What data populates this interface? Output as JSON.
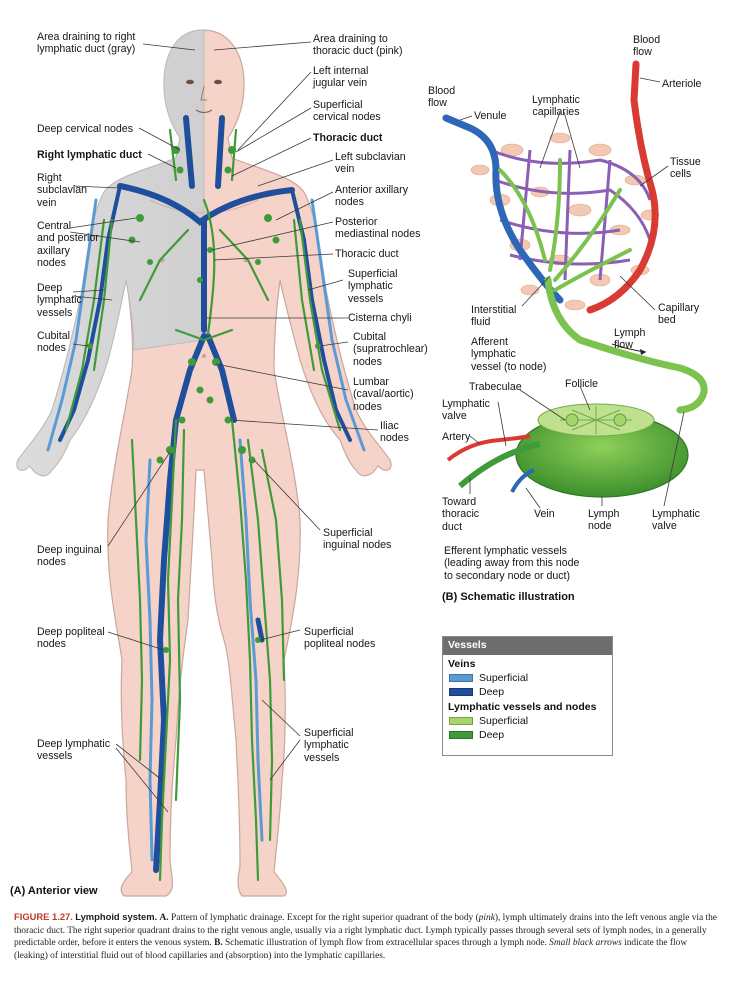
{
  "figure": {
    "panel_a_title": "(A) Anterior view",
    "panel_b_title": "(B) Schematic illustration"
  },
  "labels_a": {
    "area_right": "Area draining to right\nlymphatic duct (gray)",
    "area_thoracic": "Area draining to\nthoracic duct (pink)",
    "left_internal_jugular": "Left internal\njugular vein",
    "superficial_cervical": "Superficial\ncervical nodes",
    "deep_cervical": "Deep cervical nodes",
    "thoracic_duct_top": "Thoracic duct",
    "right_lymphatic_duct": "Right lymphatic duct",
    "left_subclavian": "Left subclavian\nvein",
    "right_subclavian": "Right\nsubclavian\nvein",
    "anterior_axillary": "Anterior axillary\nnodes",
    "central_posterior_axillary": "Central\nand posterior\naxillary\nnodes",
    "posterior_mediastinal": "Posterior\nmediastinal nodes",
    "thoracic_duct_mid": "Thoracic duct",
    "deep_lymphatic_vessels_arm": "Deep\nlymphatic\nvessels",
    "superficial_lymphatic_vessels_arm": "Superficial\nlymphatic\nvessels",
    "cisterna_chyli": "Cisterna chyli",
    "cubital_nodes": "Cubital\nnodes",
    "cubital_supratrochlear": "Cubital\n(supratrochlear)\nnodes",
    "lumbar": "Lumbar\n(caval/aortic)\nnodes",
    "iliac": "Iliac\nnodes",
    "superficial_inguinal": "Superficial\ninguinal nodes",
    "deep_inguinal": "Deep inguinal\nnodes",
    "deep_popliteal": "Deep popliteal\nnodes",
    "superficial_popliteal": "Superficial\npopliteal nodes",
    "superficial_lymphatic_vessels_leg": "Superficial\nlymphatic\nvessels",
    "deep_lymphatic_vessels_leg": "Deep lymphatic\nvessels"
  },
  "labels_b": {
    "blood_flow_right": "Blood\nflow",
    "arteriole": "Arteriole",
    "blood_flow_left": "Blood\nflow",
    "venule": "Venule",
    "lymphatic_capillaries": "Lymphatic\ncapillaries",
    "tissue_cells": "Tissue\ncells",
    "interstitial_fluid": "Interstitial\nfluid",
    "capillary_bed": "Capillary\nbed",
    "lymph_flow": "Lymph\nflow",
    "afferent": "Afferent\nlymphatic\nvessel (to node)",
    "trabeculae": "Trabeculae",
    "follicle": "Follicle",
    "lymphatic_valve_left": "Lymphatic\nvalve",
    "artery": "Artery",
    "toward_thoracic_duct": "Toward\nthoracic\nduct",
    "vein": "Vein",
    "lymph_node": "Lymph\nnode",
    "lymphatic_valve_right": "Lymphatic\nvalve",
    "efferent": "Efferent lymphatic vessels\n(leading away from this node\nto secondary node or duct)"
  },
  "legend": {
    "header": "Vessels",
    "veins_title": "Veins",
    "veins_superficial": "Superficial",
    "veins_deep": "Deep",
    "lymph_title": "Lymphatic vessels and nodes",
    "lymph_superficial": "Superficial",
    "lymph_deep": "Deep",
    "colors": {
      "vein_superficial": "#5b9bd5",
      "vein_deep": "#1f4e9c",
      "lymph_superficial": "#a6d66b",
      "lymph_deep": "#3f9a3a"
    }
  },
  "caption": {
    "fig_no": "FIGURE 1.27.",
    "title": "Lymphoid system.",
    "part_a_letter": "A.",
    "part_a": "Pattern of lymphatic drainage. Except for the right superior quadrant of the body (",
    "pink": "pink",
    "part_a2": "), lymph ultimately drains into the left venous angle via the thoracic duct. The right superior quadrant drains to the right venous angle, usually via a right lymphatic duct. Lymph typically passes through several sets of lymph nodes, in a generally predictable order, before it enters the venous system.",
    "part_b_letter": "B.",
    "part_b": "Schematic illustration of lymph flow from extracellular spaces through a lymph node.",
    "arrows_em": "Small black arrows",
    "part_b2": "indicate the flow (leaking) of interstitial fluid out of blood capillaries and (absorption) into the lymphatic capillaries."
  }
}
